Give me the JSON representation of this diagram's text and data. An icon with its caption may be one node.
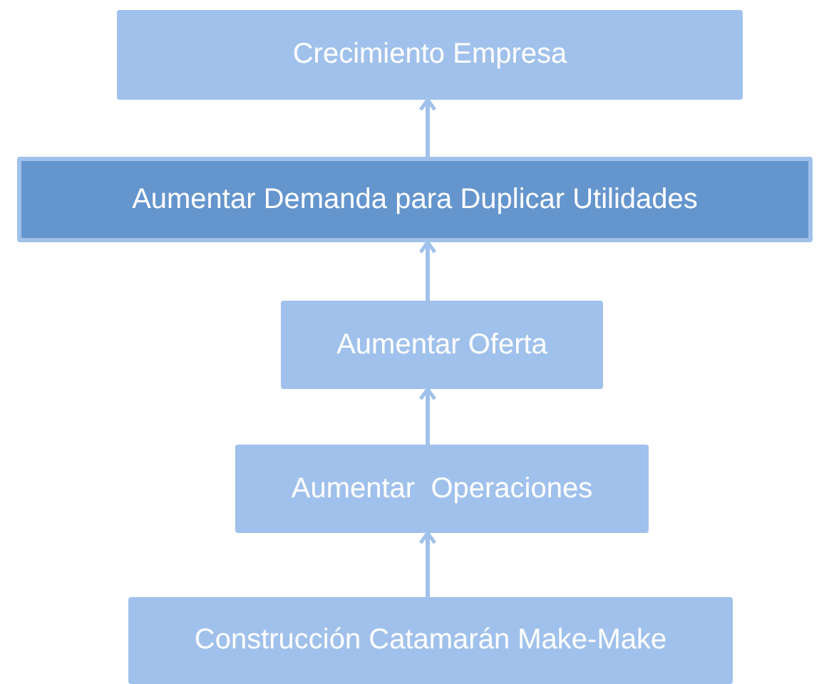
{
  "diagram": {
    "nodes": [
      {
        "text": [
          "Crecimiento Empresa"
        ]
      },
      {
        "text": [
          "Aumentar Demanda para Duplicar Utilidades"
        ]
      },
      {
        "text": [
          "Aumentar Oferta"
        ]
      },
      {
        "text": [
          "Aumentar  Operaciones"
        ]
      },
      {
        "text": [
          "Construcción Catamarán Make-Make"
        ]
      }
    ],
    "edges": [
      {
        "from": 4,
        "to": 3,
        "arrow": "to"
      },
      {
        "from": 3,
        "to": 2,
        "arrow": "to"
      },
      {
        "from": 2,
        "to": 1,
        "arrow": "to"
      },
      {
        "from": 1,
        "to": 0,
        "arrow": "to"
      }
    ]
  }
}
